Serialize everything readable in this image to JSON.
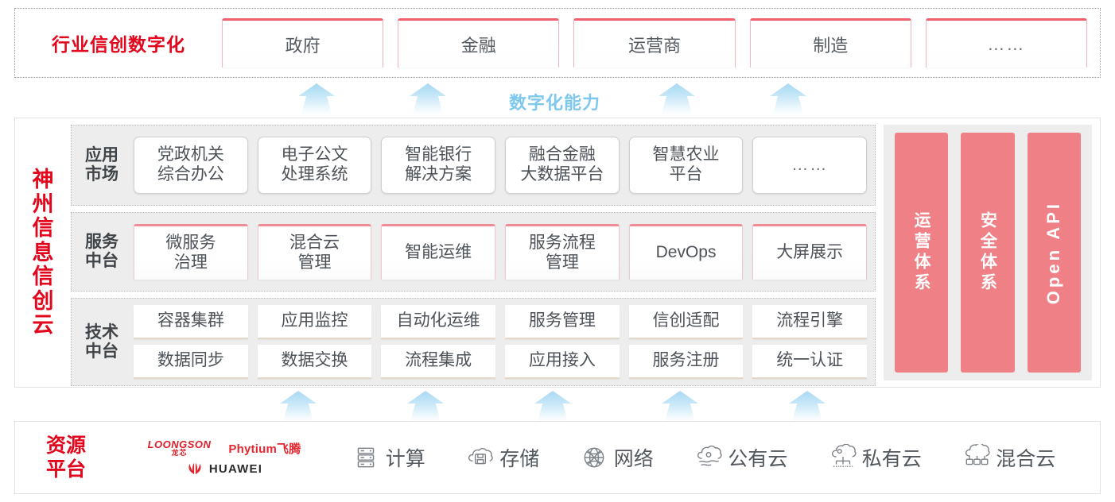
{
  "industry": {
    "title": "行业信创数字化",
    "cards": [
      {
        "label": "政府",
        "name": "industry-card-government"
      },
      {
        "label": "金融",
        "name": "industry-card-finance"
      },
      {
        "label": "运营商",
        "name": "industry-card-carrier"
      },
      {
        "label": "制造",
        "name": "industry-card-manufacturing"
      },
      {
        "label": "……",
        "name": "industry-card-more"
      }
    ]
  },
  "capability_label": "数字化能力",
  "platform": {
    "title": "神州信息信创云",
    "rows": [
      {
        "label": "应用\n市场",
        "label_line1": "应用",
        "label_line2": "市场",
        "cells": [
          "党政机关\n综合办公",
          "电子公文\n处理系统",
          "智能银行\n解决方案",
          "融合金融\n大数据平台",
          "智慧农业\n平台",
          "……"
        ]
      },
      {
        "label_line1": "服务",
        "label_line2": "中台",
        "cells": [
          "微服务\n治理",
          "混合云\n管理",
          "智能运维",
          "服务流程\n管理",
          "DevOps",
          "大屏展示"
        ]
      },
      {
        "label_line1": "技术",
        "label_line2": "中台",
        "cells_top": [
          "容器集群",
          "应用监控",
          "自动化运维",
          "服务管理",
          "信创适配",
          "流程引擎"
        ],
        "cells_bottom": [
          "数据同步",
          "数据交换",
          "流程集成",
          "应用接入",
          "服务注册",
          "统一认证"
        ]
      }
    ],
    "side_bars": [
      {
        "label": "运营体系",
        "name": "side-bar-operations",
        "latin": false
      },
      {
        "label": "安全体系",
        "name": "side-bar-security",
        "latin": false
      },
      {
        "label": "Open API",
        "name": "side-bar-open-api",
        "latin": true
      }
    ]
  },
  "resource": {
    "title_line1": "资源",
    "title_line2": "平台",
    "vendors": {
      "loongson_en": "LOONGSON",
      "loongson_cn": "龙芯",
      "phytium": "Phytium飞腾",
      "huawei": "HUAWEI"
    },
    "items": [
      {
        "label": "计算",
        "icon": "server-icon"
      },
      {
        "label": "存储",
        "icon": "cloud-storage-icon"
      },
      {
        "label": "网络",
        "icon": "network-globe-icon"
      },
      {
        "label": "公有云",
        "icon": "public-cloud-icon"
      },
      {
        "label": "私有云",
        "icon": "private-cloud-icon"
      },
      {
        "label": "混合云",
        "icon": "hybrid-cloud-icon"
      }
    ]
  },
  "colors": {
    "brand_red": "#e2071c",
    "card_accent": "#ef5f6e",
    "bar_pink": "#ef8086",
    "arrow_blue": "#a8d9f2",
    "capability_blue": "#7ec8ef",
    "row_bg": "#ededed",
    "text_dark": "#4c5258"
  }
}
